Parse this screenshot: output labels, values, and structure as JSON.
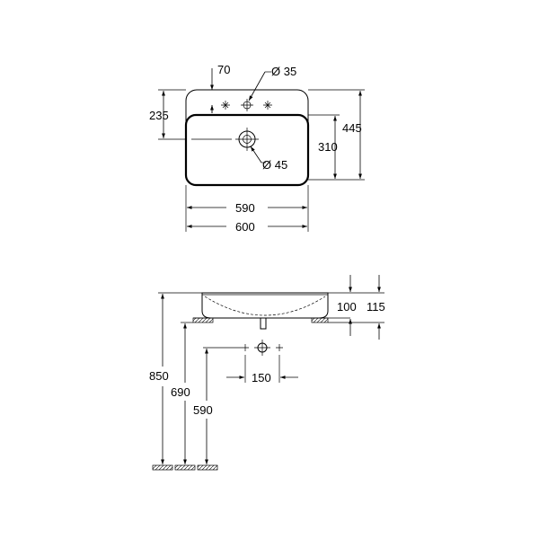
{
  "top_view": {
    "dim_70": "70",
    "dim_hole_35": "Ø 35",
    "dim_235": "235",
    "dim_445": "445",
    "dim_310": "310",
    "dim_drain_45": "Ø 45",
    "dim_590": "590",
    "dim_600": "600"
  },
  "side_view": {
    "dim_100": "100",
    "dim_115": "115",
    "dim_150": "150",
    "dim_850": "850",
    "dim_690": "690",
    "dim_590": "590"
  }
}
